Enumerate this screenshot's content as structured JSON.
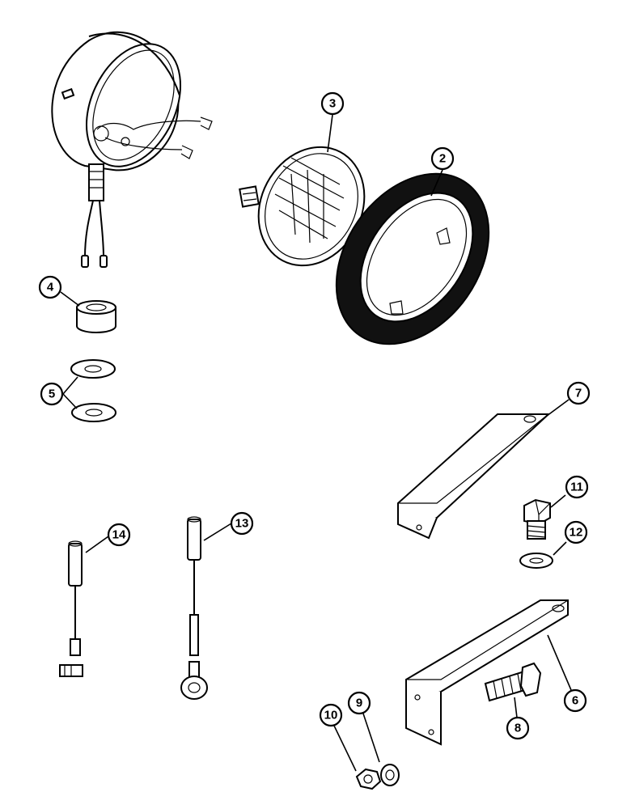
{
  "callouts": {
    "c2": "2",
    "c3": "3",
    "c4": "4",
    "c5": "5",
    "c6": "6",
    "c7": "7",
    "c8": "8",
    "c9": "9",
    "c10": "10",
    "c11": "11",
    "c12": "12",
    "c13": "13",
    "c14": "14"
  },
  "colors": {
    "ink": "#000000",
    "paper": "#ffffff"
  }
}
